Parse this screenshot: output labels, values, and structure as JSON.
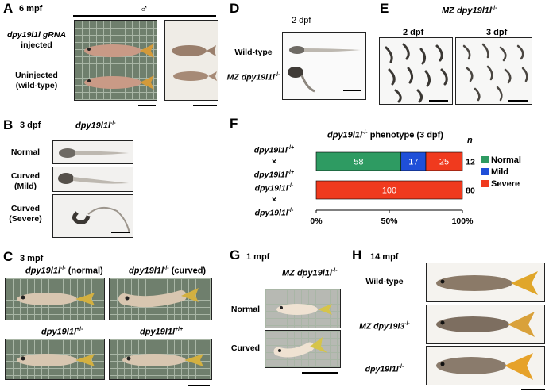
{
  "panels": {
    "A": {
      "label": "A",
      "stage": "6 mpf",
      "sex_symbol": "♂",
      "row1": "dpy19l1l gRNA",
      "row1b": "injected",
      "row2": "Uninjected",
      "row2b": "(wild-type)"
    },
    "B": {
      "label": "B",
      "stage": "3 dpf",
      "genotype": "dpy19l1l",
      "genotype_sup": "-/-",
      "rows": [
        "Normal",
        "Curved",
        "(Mild)",
        "Curved",
        "(Severe)"
      ]
    },
    "C": {
      "label": "C",
      "stage": "3 mpf",
      "t1": "dpy19l1l",
      "t1sup": "-/-",
      "t1suf": " (normal)",
      "t2": "dpy19l1l",
      "t2sup": "-/-",
      "t2suf": " (curved)",
      "t3": "dpy19l1l",
      "t3sup": "+/-",
      "t4": "dpy19l1l",
      "t4sup": "+/+"
    },
    "D": {
      "label": "D",
      "stage": "2 dpf",
      "row1": "Wild-type",
      "row2": "MZ dpy19l1l",
      "row2sup": "-/-"
    },
    "E": {
      "label": "E",
      "genotype": "MZ dpy19l1l",
      "genotype_sup": "-/-",
      "col1": "2 dpf",
      "col2": "3 dpf"
    },
    "F": {
      "label": "F",
      "title": "dpy19l1l",
      "title_sup": "-/-",
      "title_suf": " phenotype (3 dpf)",
      "n_header": "n",
      "cross1_top": "dpy19l1l",
      "cross1_top_sup": "-/+",
      "cross1_x": "×",
      "cross1_bot": "dpy19l1l",
      "cross1_bot_sup": "-/+",
      "cross2_top": "dpy19l1l",
      "cross2_top_sup": "-/-",
      "cross2_x": "×",
      "cross2_bot": "dpy19l1l",
      "cross2_bot_sup": "-/-",
      "legend": [
        {
          "label": "Normal",
          "color": "#2e9b62"
        },
        {
          "label": "Mild",
          "color": "#1f4fd8"
        },
        {
          "label": "Severe",
          "color": "#f03a1e"
        }
      ]
    },
    "G": {
      "label": "G",
      "stage": "1 mpf",
      "genotype": "MZ dpy19l1l",
      "genotype_sup": "-/-",
      "row1": "Normal",
      "row2": "Curved"
    },
    "H": {
      "label": "H",
      "stage": "14 mpf",
      "row1": "Wild-type",
      "row2": "MZ dpy19l3",
      "row2sup": "-/-",
      "row3": "dpy19l1l",
      "row3sup": "-/-"
    }
  },
  "chart_data": {
    "type": "bar",
    "orientation": "horizontal",
    "stacked": true,
    "title": "dpy19l1l-/- phenotype (3 dpf)",
    "categories": [
      "dpy19l1l-/+ × dpy19l1l-/+",
      "dpy19l1l-/- × dpy19l1l-/-"
    ],
    "series": [
      {
        "name": "Normal",
        "values": [
          58,
          0
        ],
        "color": "#2e9b62"
      },
      {
        "name": "Mild",
        "values": [
          17,
          0
        ],
        "color": "#1f4fd8"
      },
      {
        "name": "Severe",
        "values": [
          25,
          100
        ],
        "color": "#f03a1e"
      }
    ],
    "n": [
      12,
      80
    ],
    "xlim": [
      0,
      100
    ],
    "xticks": [
      "0%",
      "50%",
      "100%"
    ],
    "legend_position": "right"
  }
}
